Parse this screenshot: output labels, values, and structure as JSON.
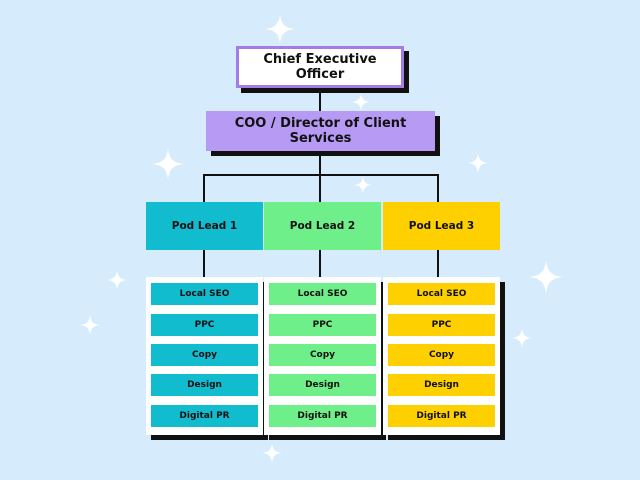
{
  "chart": {
    "ceo": "Chief Executive Officer",
    "coo": "COO / Director of Client Services",
    "pods": [
      {
        "lead": "Pod Lead 1",
        "color": "#11bccf",
        "items": [
          "Local SEO",
          "PPC",
          "Copy",
          "Design",
          "Digital PR"
        ]
      },
      {
        "lead": "Pod Lead 2",
        "color": "#6fef8a",
        "items": [
          "Local SEO",
          "PPC",
          "Copy",
          "Design",
          "Digital PR"
        ]
      },
      {
        "lead": "Pod Lead 3",
        "color": "#ffd000",
        "items": [
          "Local SEO",
          "PPC",
          "Copy",
          "Design",
          "Digital PR"
        ]
      }
    ]
  },
  "colors": {
    "background": "#d6ebfb",
    "ceo_border": "#a47ce8",
    "coo_fill": "#b69af3",
    "shadow": "#111111"
  },
  "icons": [
    "sparkle-icon"
  ]
}
